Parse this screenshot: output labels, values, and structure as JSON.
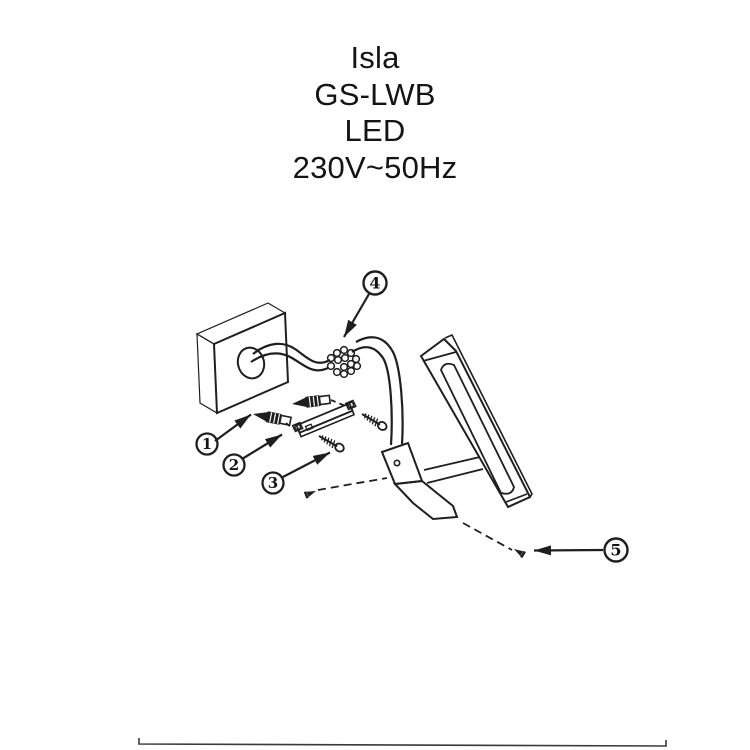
{
  "page": {
    "background_color": "#ffffff",
    "ink_color": "#1f1f1f"
  },
  "header": {
    "title_lines": [
      "Isla",
      "GS-LWB",
      "LED",
      "230V~50Hz"
    ]
  },
  "diagram": {
    "type": "installation-exploded-view",
    "callouts": [
      {
        "label": "1"
      },
      {
        "label": "2"
      },
      {
        "label": "3"
      },
      {
        "label": "4"
      },
      {
        "label": "5"
      }
    ]
  }
}
